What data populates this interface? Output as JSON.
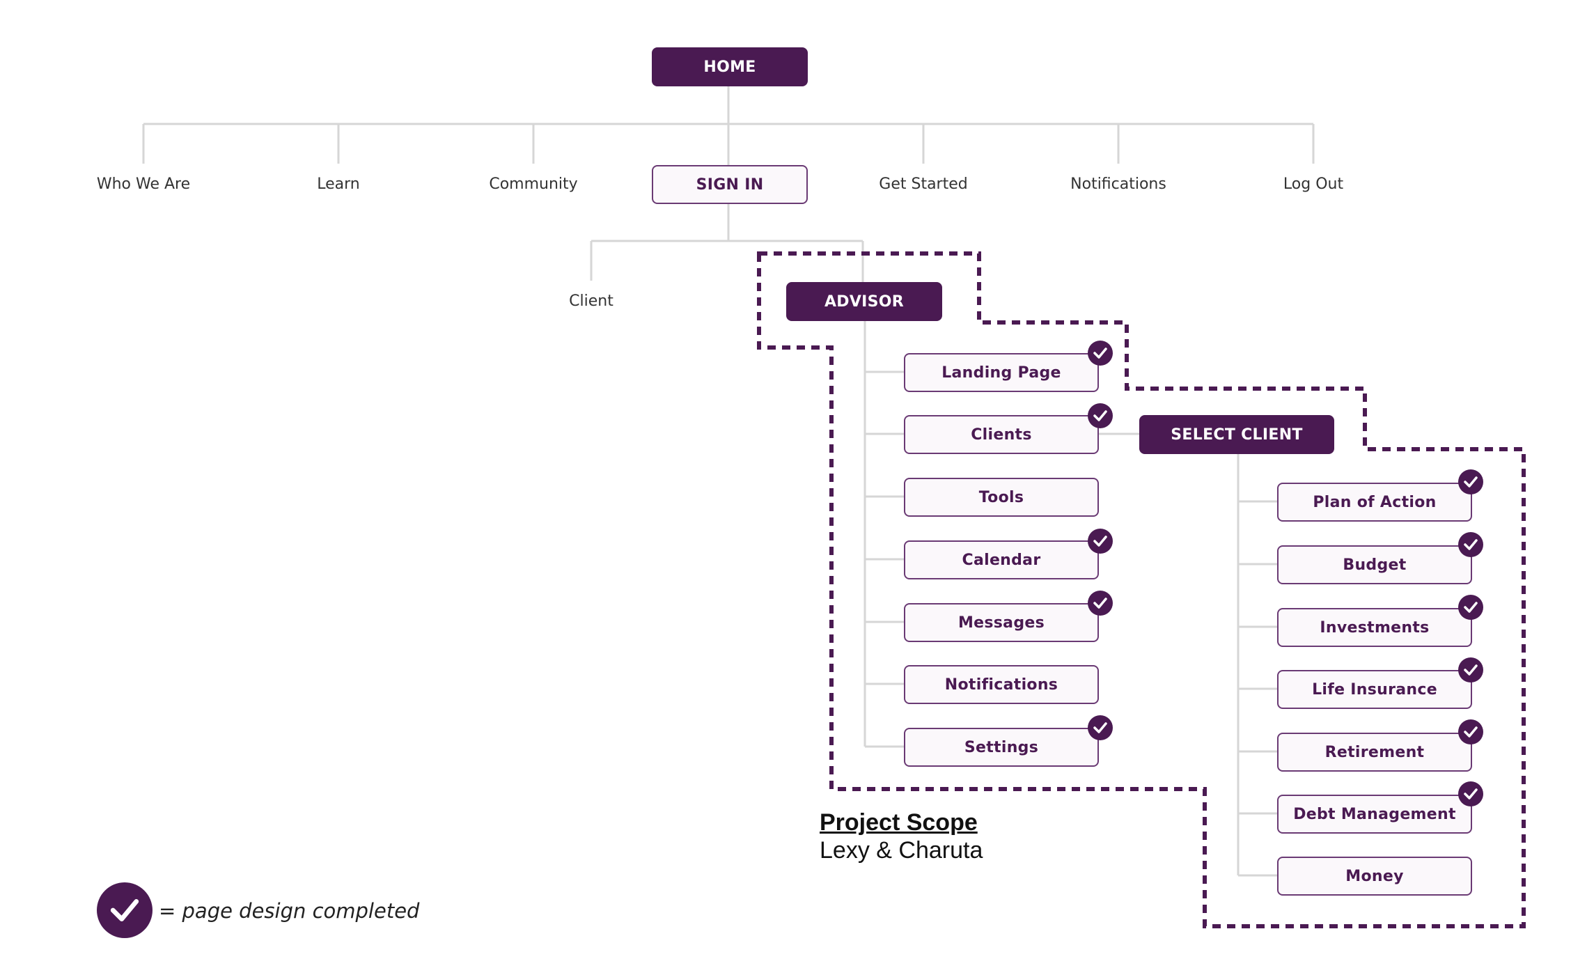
{
  "colors": {
    "primary": "#4a1a52",
    "line": "#d6d6d6"
  },
  "root": {
    "label": "HOME"
  },
  "top_nav": [
    {
      "label": "Who We Are"
    },
    {
      "label": "Learn"
    },
    {
      "label": "Community"
    },
    {
      "label": "SIGN IN"
    },
    {
      "label": "Get Started"
    },
    {
      "label": "Notifications"
    },
    {
      "label": "Log Out"
    }
  ],
  "sign_in_children": [
    {
      "label": "Client"
    },
    {
      "label": "ADVISOR"
    }
  ],
  "advisor_pages": [
    {
      "label": "Landing Page",
      "completed": true
    },
    {
      "label": "Clients",
      "completed": true
    },
    {
      "label": "Tools",
      "completed": false
    },
    {
      "label": "Calendar",
      "completed": true
    },
    {
      "label": "Messages",
      "completed": true
    },
    {
      "label": "Notifications",
      "completed": false
    },
    {
      "label": "Settings",
      "completed": true
    }
  ],
  "select_client": {
    "label": "SELECT CLIENT"
  },
  "client_pages": [
    {
      "label": "Plan of Action",
      "completed": true
    },
    {
      "label": "Budget",
      "completed": true
    },
    {
      "label": "Investments",
      "completed": true
    },
    {
      "label": "Life Insurance",
      "completed": true
    },
    {
      "label": "Retirement",
      "completed": true
    },
    {
      "label": "Debt Management",
      "completed": true
    },
    {
      "label": "Money",
      "completed": false
    }
  ],
  "scope": {
    "title": "Project Scope ",
    "subtitle": "Lexy & Charuta"
  },
  "legend": {
    "icon": "check-circle-icon",
    "text": "= page design completed"
  }
}
